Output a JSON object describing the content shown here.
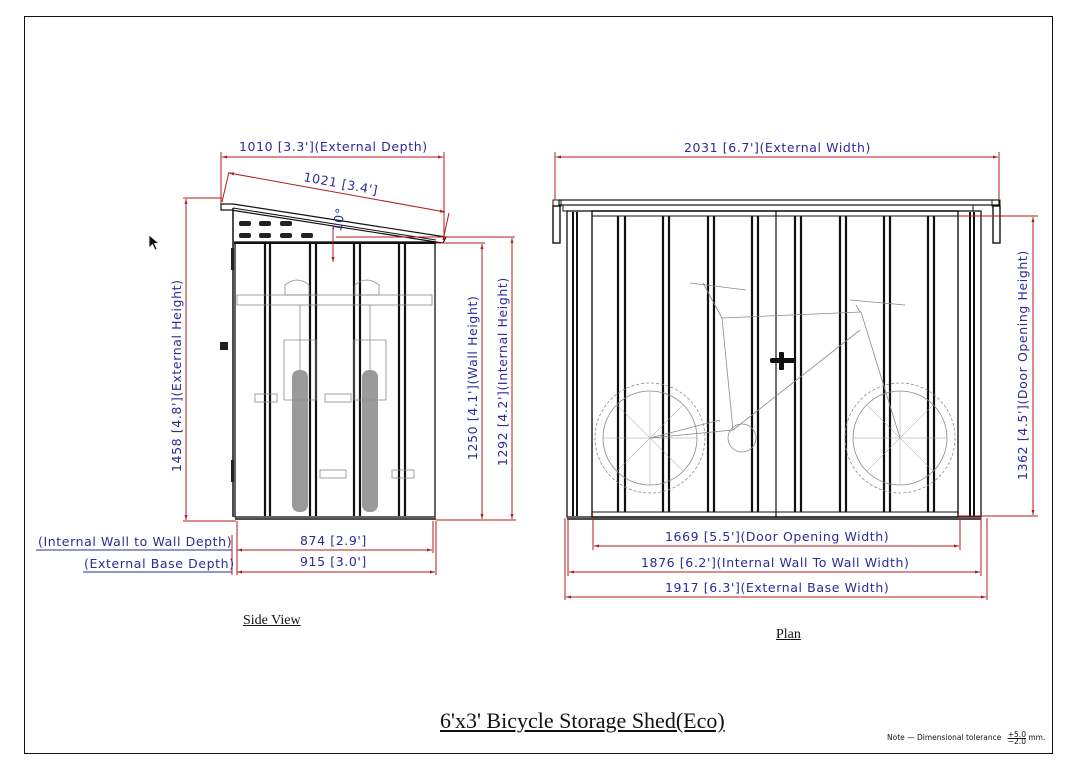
{
  "drawing": {
    "title": "6'x3' Bicycle Storage Shed(Eco)",
    "note": {
      "label": "Note  —  Dimensional tolerance",
      "tolerance_plus": "+5.0",
      "tolerance_minus": "−2.0",
      "unit": "mm."
    },
    "colors": {
      "dimension_line": "#b31b1b",
      "dimension_text": "#2b2b9a",
      "outline": "#111111"
    }
  },
  "side_view": {
    "label": "Side View",
    "dimensions": {
      "external_depth": "1010 [3.3'](External Depth)",
      "roof_length": "1021 [3.4']",
      "roof_angle": "10°",
      "external_height": "1458 [4.8'](External Height)",
      "wall_height": "1250 [4.1'](Wall Height)",
      "internal_height": "1292 [4.2'](Internal Height)",
      "internal_depth_value": "874 [2.9']",
      "internal_depth_label": "(Internal Wall to Wall Depth)",
      "base_depth_value": "915 [3.0']",
      "base_depth_label": "(External Base Depth)"
    }
  },
  "plan_view": {
    "label": "Plan",
    "dimensions": {
      "external_width": "2031 [6.7'](External Width)",
      "door_opening_height": "1362 [4.5'](Door Opening Height)",
      "door_opening_width": "1669 [5.5'](Door Opening Width)",
      "internal_width": "1876 [6.2'](Internal Wall To Wall Width)",
      "base_width": "1917 [6.3'](External Base Width)"
    }
  }
}
